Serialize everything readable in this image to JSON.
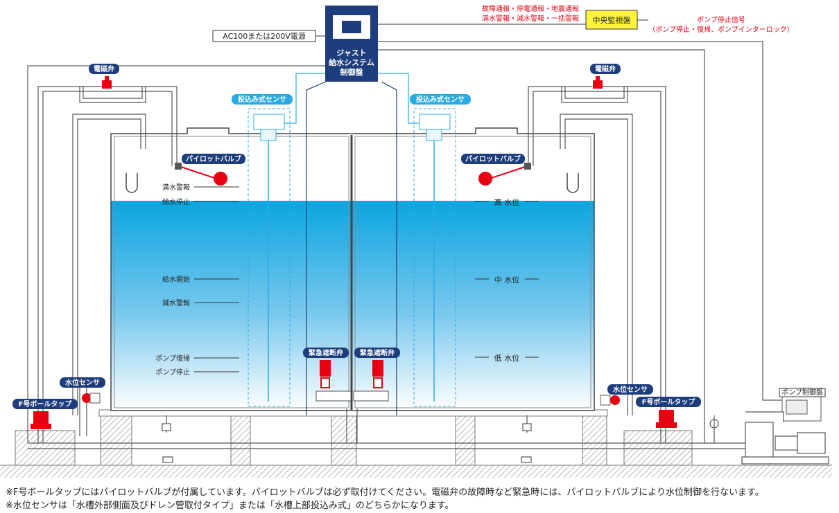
{
  "control_panel": {
    "line1": "ジャスト",
    "line2": "給水システム",
    "line3": "制御盤"
  },
  "power_label": "AC100または200V電源",
  "alarms": {
    "line1": "故障通報・停電通報・地震通報",
    "line2": "満水警報・減水警報・一括警報"
  },
  "central_panel": "中央監視盤",
  "pump_signal": {
    "line1": "ポンプ停止信号",
    "line2": "（ポンプ停止・復帰、ポンプインターロック）"
  },
  "solenoid_label": "電磁弁",
  "immersion_sensor_label": "投込み式センサ",
  "pilot_valve_label": "パイロットバルブ",
  "emergency_valve_label": "緊急遮断弁",
  "water_sensor_label": "水位センサ",
  "ball_tap_label": "F号ボールタップ",
  "pump_panel_label": "ポンプ制御盤",
  "levels_left": [
    "満水警報",
    "給水停止",
    "給水開始",
    "減水警報",
    "ポンプ復帰",
    "ポンプ停止"
  ],
  "levels_right": [
    "高 水位",
    "中 水位",
    "低 水位"
  ],
  "notes": [
    "※F号ボールタップにはパイロットバルブが付属しています。パイロットバルブは必ず取付けてください。電磁弁の故障時など緊急時には、パイロットバルブにより水位制御を行ないます。",
    "※水位センサは「水槽外部側面及びドレン管取付タイプ」または「水槽上部投込み式」のどちらかになります。"
  ],
  "colors": {
    "navy": "#1d3d7c",
    "cyan": "#29abe2",
    "red": "#e60012",
    "yellow": "#fff33b",
    "water_top": "#0aa5e0"
  }
}
